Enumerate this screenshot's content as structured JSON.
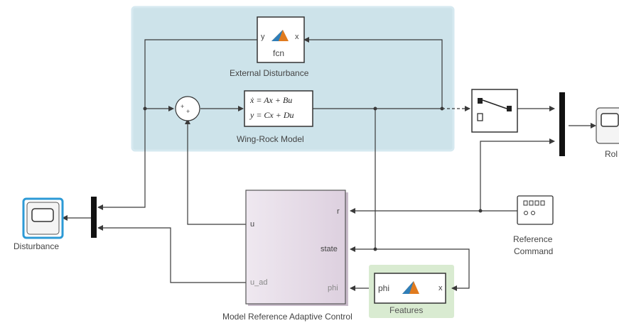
{
  "blocks": {
    "external_disturbance": {
      "label": "External Disturbance",
      "name": "fcn",
      "in_port": "y",
      "out_port": "x"
    },
    "wing_rock_model": {
      "label": "Wing-Rock Model",
      "eq1": "ẋ = Ax + Bu",
      "eq2": "y = Cx + Du"
    },
    "mrac": {
      "label": "Model Reference Adaptive Control",
      "in_ports": [
        "u",
        "u_ad"
      ],
      "out_ports": [
        "r",
        "state",
        "phi"
      ]
    },
    "features": {
      "label": "Features",
      "in_port": "phi",
      "out_port": "x"
    },
    "reference_command": {
      "label_line1": "Reference",
      "label_line2": "Command"
    },
    "disturbance_scope": {
      "label": "Disturbance"
    },
    "roll_scope": {
      "label": "Rol"
    }
  },
  "colors": {
    "subsystem_highlight": "#cde3ea",
    "mrac_fill": "#e9e0ea",
    "features_highlight": "#d9ebd1",
    "scope_selected": "#2c9ad6",
    "wire": "#3a3a3a"
  }
}
